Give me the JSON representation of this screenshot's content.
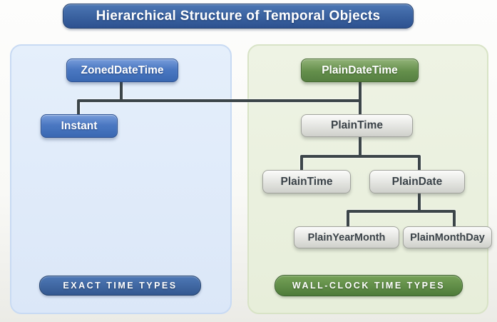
{
  "title": "Hierarchical Structure of Temporal Objects",
  "nodes": {
    "zoned_date_time": "ZonedDateTime",
    "instant": "Instant",
    "plain_date_time": "PlainDateTime",
    "plain_time_mid": "PlainTime",
    "plain_time": "PlainTime",
    "plain_date": "PlainDate",
    "plain_year_month": "PlainYearMonth",
    "plain_month_day": "PlainMonthDay"
  },
  "badges": {
    "exact": "EXACT TIME TYPES",
    "wall_clock": "WALL-CLOCK TIME TYPES"
  },
  "edges": [
    [
      "zoned_date_time",
      "instant"
    ],
    [
      "zoned_date_time",
      "plain_date_time"
    ],
    [
      "plain_date_time",
      "plain_time_mid"
    ],
    [
      "plain_time_mid",
      "plain_time"
    ],
    [
      "plain_time_mid",
      "plain_date"
    ],
    [
      "plain_date",
      "plain_year_month"
    ],
    [
      "plain_date",
      "plain_month_day"
    ]
  ],
  "colors": {
    "title_bar": "#39619f",
    "blue_node": "#4b78c2",
    "green_node": "#648f4b",
    "gray_node": "#e3e4e0",
    "panel_exact": "#dbe7f8",
    "panel_wall_clock": "#e7eeda",
    "connector": "#3c4549"
  }
}
